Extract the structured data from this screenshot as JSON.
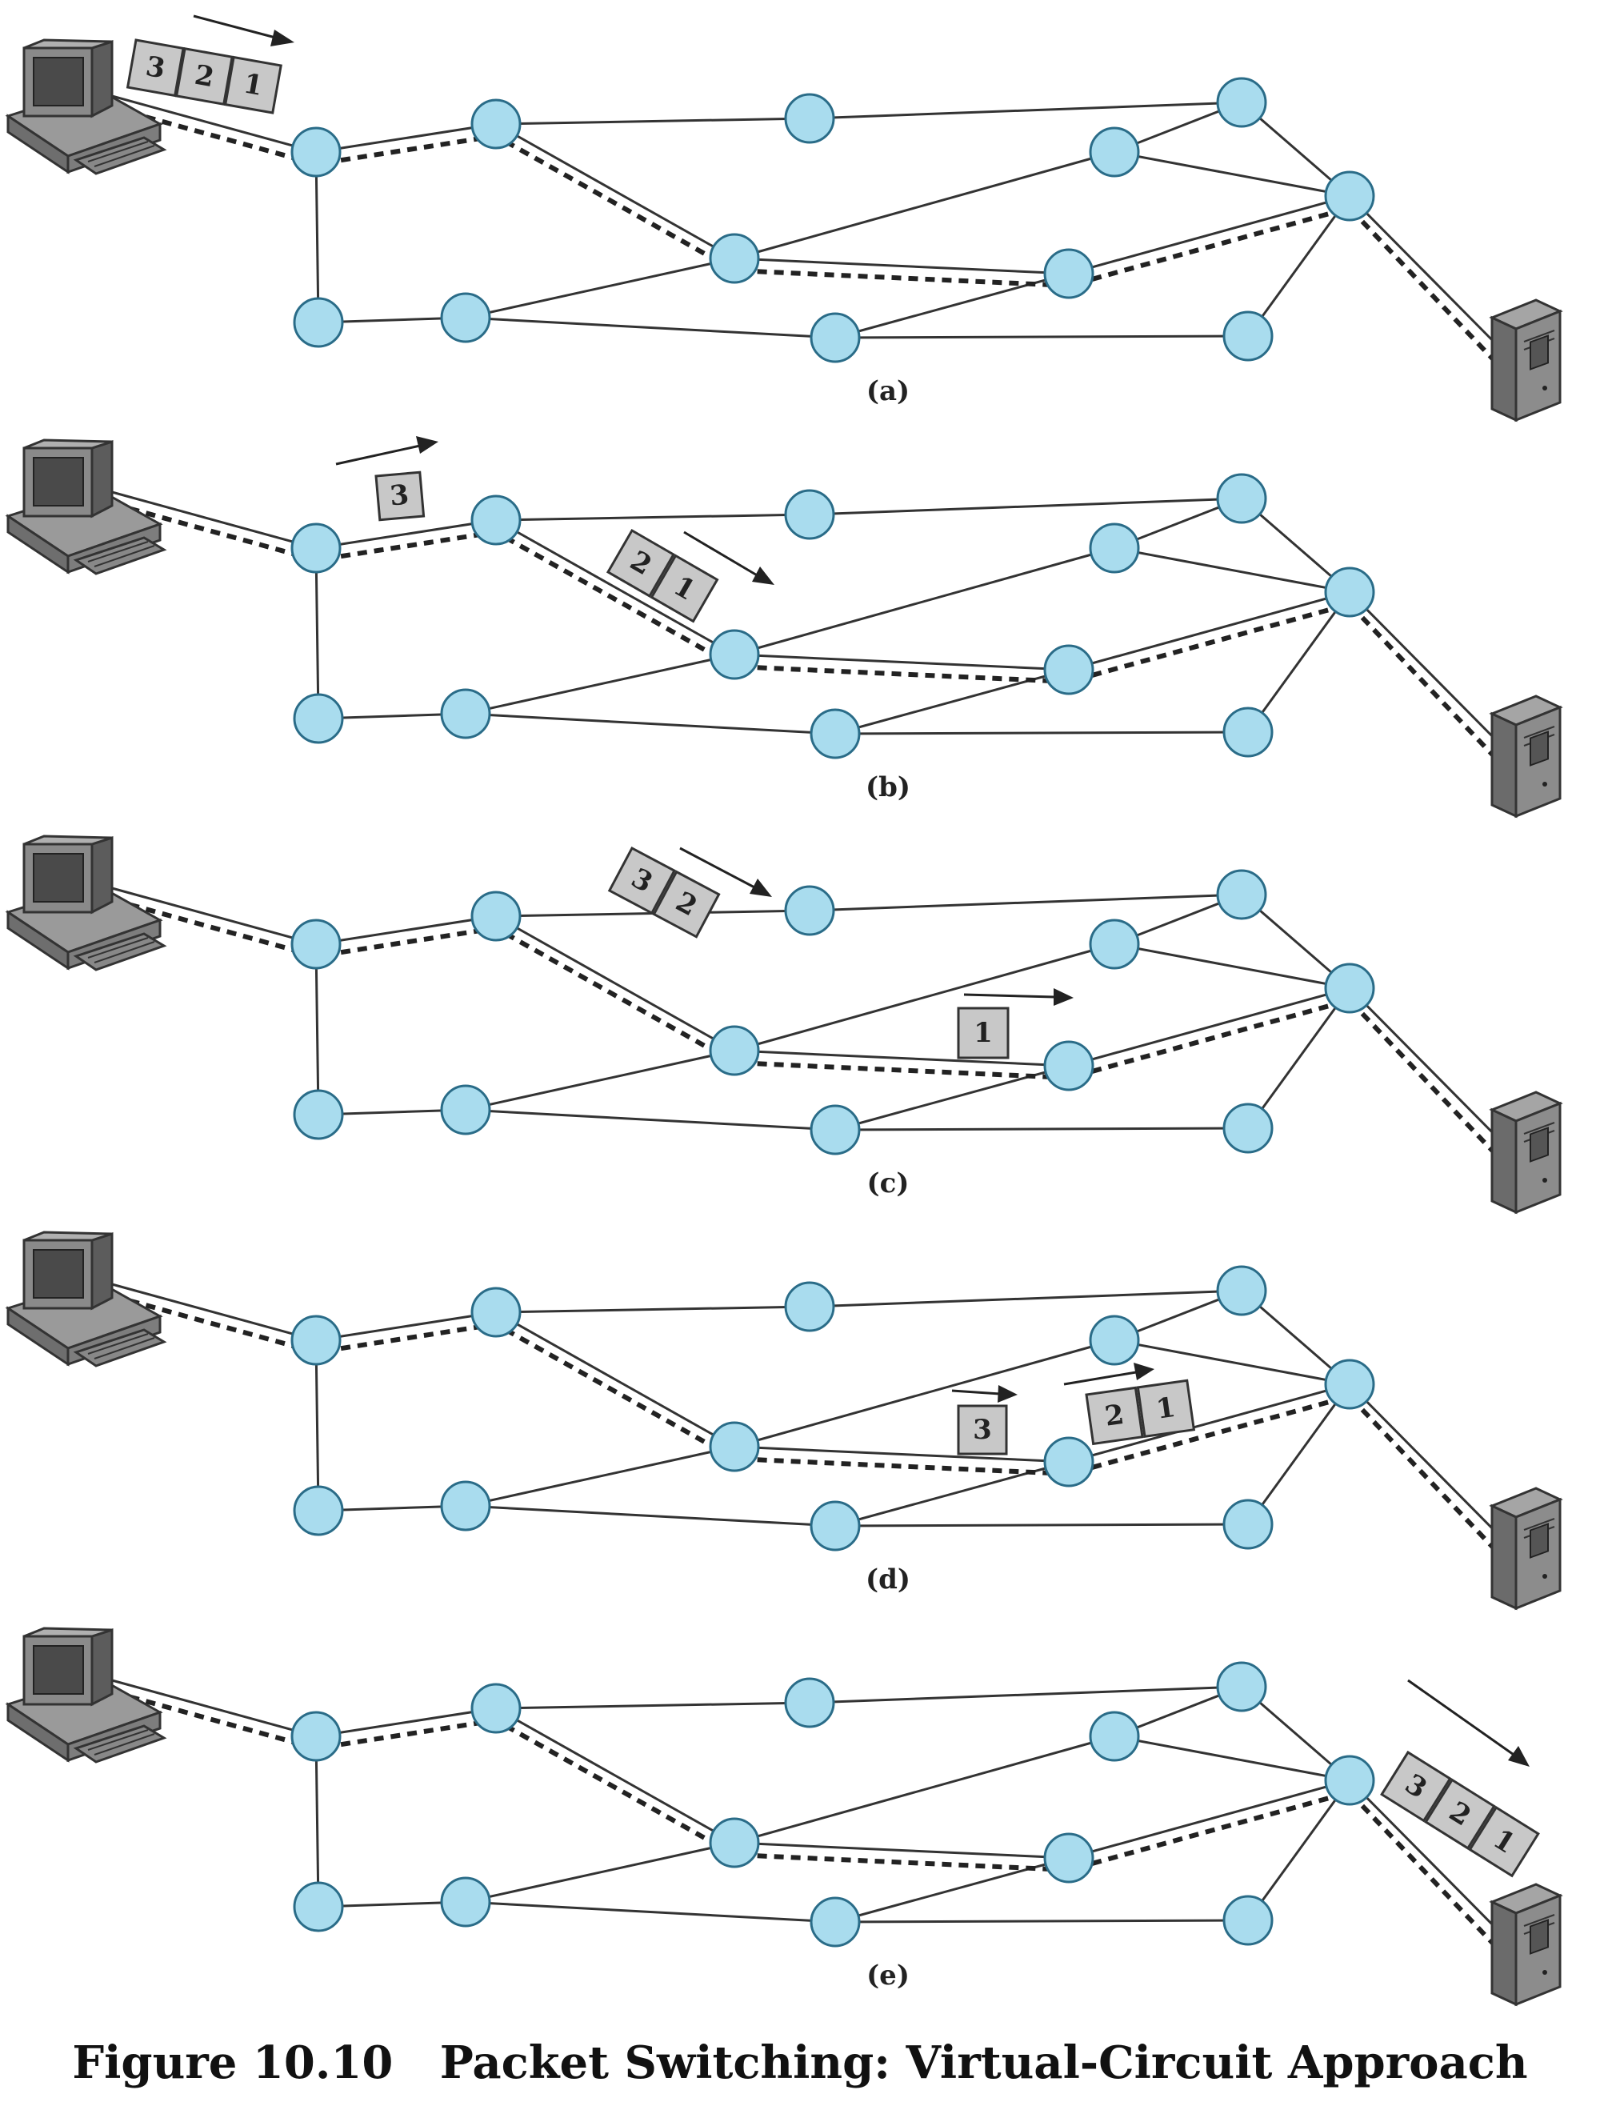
{
  "caption": "Figure 10.10   Packet Switching: Virtual-Circuit Approach",
  "colors": {
    "node_fill": "#a9dcee",
    "node_stroke": "#2a6c88",
    "packet_fill": "#c8c8c8",
    "link": "#333333"
  },
  "icons": {
    "source": "desktop-computer-icon",
    "destination": "server-tower-icon"
  },
  "panels": [
    {
      "label": "(a)",
      "packets": [
        {
          "location": "at-source",
          "labels": [
            "3",
            "2",
            "1"
          ]
        }
      ]
    },
    {
      "label": "(b)",
      "packets": [
        {
          "location": "link-1-2",
          "labels": [
            "3"
          ]
        },
        {
          "location": "link-2-3",
          "labels": [
            "2",
            "1"
          ]
        }
      ]
    },
    {
      "label": "(c)",
      "packets": [
        {
          "location": "link-2-3",
          "labels": [
            "3",
            "2"
          ]
        },
        {
          "location": "link-3-4",
          "labels": [
            "1"
          ]
        }
      ]
    },
    {
      "label": "(d)",
      "packets": [
        {
          "location": "link-3-4",
          "labels": [
            "3"
          ]
        },
        {
          "location": "link-4-5",
          "labels": [
            "2",
            "1"
          ]
        }
      ]
    },
    {
      "label": "(e)",
      "packets": [
        {
          "location": "at-destination",
          "labels": [
            "3",
            "2",
            "1"
          ]
        }
      ]
    }
  ]
}
